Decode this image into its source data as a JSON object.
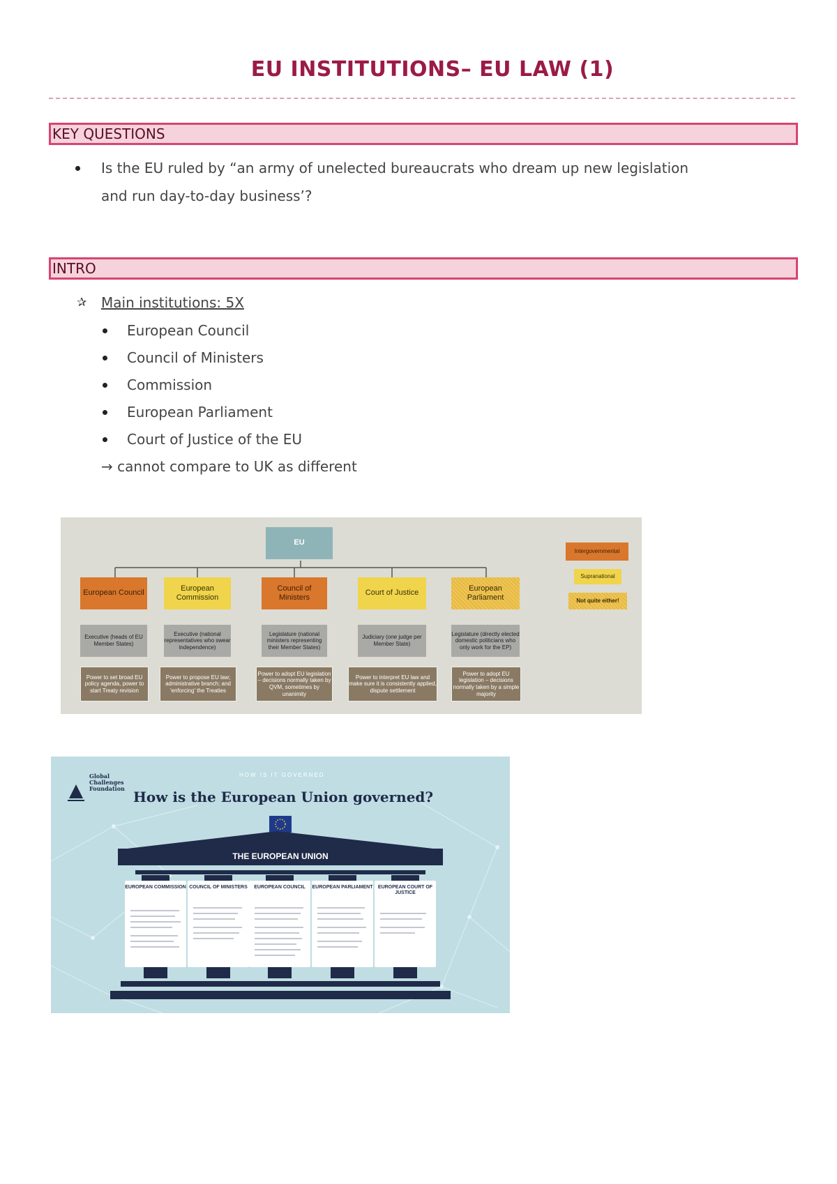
{
  "title": "EU INSTITUTIONS– EU LAW (1)",
  "sections": {
    "key_questions": {
      "heading": "KEY QUESTIONS",
      "bullets": [
        {
          "line1": "Is the EU ruled by “an army of unelected bureaucrats who dream up new legislation",
          "line2": "and run day-to-day business’?"
        }
      ]
    },
    "intro": {
      "heading": "INTRO",
      "main_label": "Main institutions: 5X",
      "institutions": [
        "European Council",
        "Council of Ministers",
        "Commission",
        "European Parliament",
        "Court of Justice of the EU"
      ],
      "note": "→ cannot compare to UK as different"
    }
  },
  "diagram1": {
    "root": "EU",
    "colors": {
      "intergovernmental": "#d9772c",
      "supranational": "#f0d44b",
      "neither": "#e8b93b",
      "executive": "#a9aaa6",
      "power": "#8a7a63",
      "root": "#8fb4b8"
    },
    "legend": [
      "Intergovernmental",
      "Supranational",
      "Not quite either!"
    ],
    "institutions": [
      {
        "name": "European Council",
        "kind": "intergovernmental",
        "role": "Executive (heads of EU Member States)",
        "power": "Power to set broad EU policy agenda, power to start Treaty revision"
      },
      {
        "name": "European Commission",
        "kind": "supranational",
        "role": "Executive (national representatives who swear independence)",
        "power": "Power to propose EU law; administrative branch; and 'enforcing' the Treaties"
      },
      {
        "name": "Council of Ministers",
        "kind": "intergovernmental",
        "role": "Legislature (national ministers representing their Member States)",
        "power": "Power to adopt EU legislation – decisions normally taken by QVM, sometimes by unanimity"
      },
      {
        "name": "Court of Justice",
        "kind": "supranational",
        "role": "Judiciary (one judge per Member State)",
        "power": "Power to interpret EU law and make sure it is consistently applied, dispute settlement"
      },
      {
        "name": "European Parliament",
        "kind": "neither",
        "role": "Legislature (directly elected domestic politicians who only work for the EP)",
        "power": "Power to adopt EU legislation – decisions normally taken by a simple majority"
      }
    ]
  },
  "diagram2": {
    "kicker": "HOW IS IT GOVERNED",
    "brand": [
      "Global",
      "Challenges",
      "Foundation"
    ],
    "heading": "How is the European Union governed?",
    "roof_label": "THE EUROPEAN UNION",
    "colors": {
      "navy": "#1f2b48",
      "background": "#bfdde3",
      "card": "#ffffff"
    },
    "pillars": [
      "EUROPEAN COMMISSION",
      "COUNCIL OF MINISTERS",
      "EUROPEAN COUNCIL",
      "EUROPEAN PARLIAMENT",
      "EUROPEAN COURT OF JUSTICE"
    ]
  }
}
